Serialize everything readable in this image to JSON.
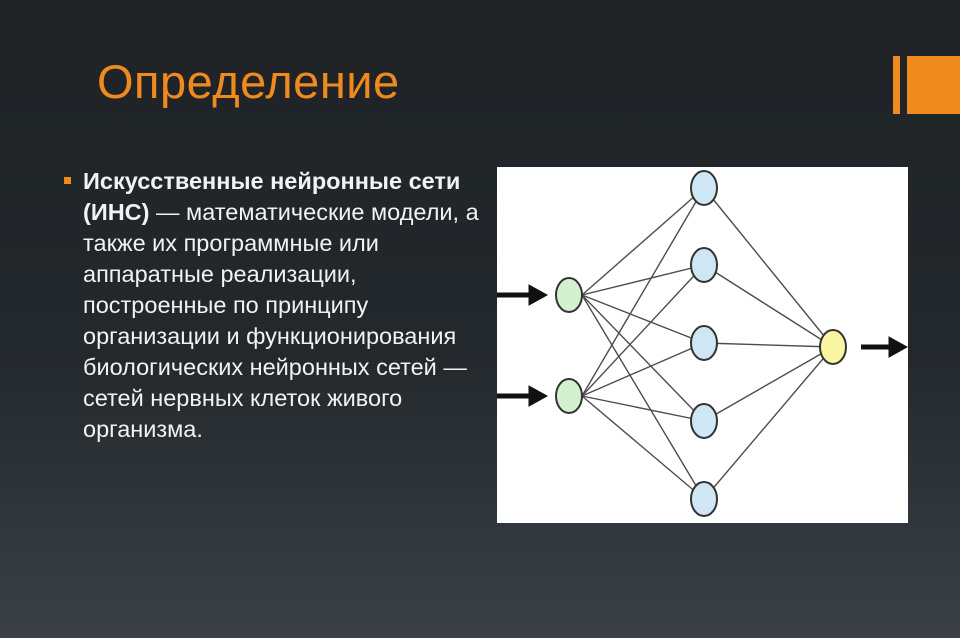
{
  "slide": {
    "title": "Определение",
    "definition_term": "Искусственные нейронные сети (ИНС)",
    "definition_text": " — математические модели, а также их программные или аппаратные реализации, построенные по принципу организации и функционирования биологических нейронных сетей — сетей нервных клеток живого организма."
  },
  "colors": {
    "accent": "#ef8a1e",
    "background": "#23282c",
    "text": "#f2f2f2",
    "input_node": "#d3f1cf",
    "hidden_node": "#cfe6f5",
    "output_node": "#f9f5a0"
  },
  "network": {
    "input_nodes": 2,
    "hidden_nodes": 5,
    "output_nodes": 1
  }
}
